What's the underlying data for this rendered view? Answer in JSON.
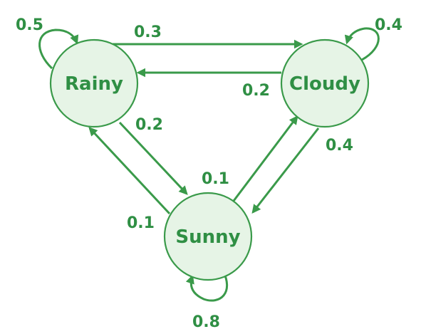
{
  "colors": {
    "stroke": "#3a9a4a",
    "fill": "#e6f4e6",
    "text": "#2f8f44"
  },
  "states": {
    "rainy": "Rainy",
    "cloudy": "Cloudy",
    "sunny": "Sunny"
  },
  "transitions": {
    "rainy_rainy": "0.5",
    "rainy_cloudy": "0.3",
    "cloudy_rainy": "0.2",
    "cloudy_cloudy": "0.4",
    "rainy_sunny": "0.2",
    "cloudy_sunny": "0.4",
    "sunny_cloudy": "0.1",
    "sunny_rainy": "0.1",
    "sunny_sunny": "0.8"
  }
}
